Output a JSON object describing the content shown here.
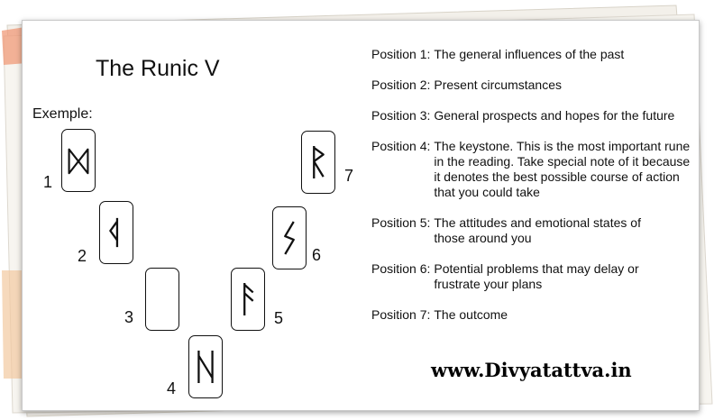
{
  "title": "The Runic V",
  "example_label": "Exemple:",
  "runes": [
    {
      "number": "1",
      "symbol": "dagaz"
    },
    {
      "number": "2",
      "symbol": "ansuz-reversed"
    },
    {
      "number": "3",
      "symbol": "blank"
    },
    {
      "number": "4",
      "symbol": "hagalaz"
    },
    {
      "number": "5",
      "symbol": "ansuz"
    },
    {
      "number": "6",
      "symbol": "sowilo"
    },
    {
      "number": "7",
      "symbol": "raido"
    }
  ],
  "positions": [
    {
      "label": "Position 1:",
      "text": "The general influences of the past"
    },
    {
      "label": "Position 2:",
      "text": "Present circumstances"
    },
    {
      "label": "Position 3:",
      "text": "General prospects and hopes for the future"
    },
    {
      "label": "Position 4:",
      "text": "The keystone. This is the most important rune in the reading. Take special note of it because it denotes the best possible course of action that you could take"
    },
    {
      "label": "Position 5:",
      "text": "The attitudes and emotional states of those around you"
    },
    {
      "label": "Position 6:",
      "text": "Potential problems that may delay or frustrate your plans"
    },
    {
      "label": "Position 7:",
      "text": "The outcome"
    }
  ],
  "website": "www.Divyatattva.in"
}
